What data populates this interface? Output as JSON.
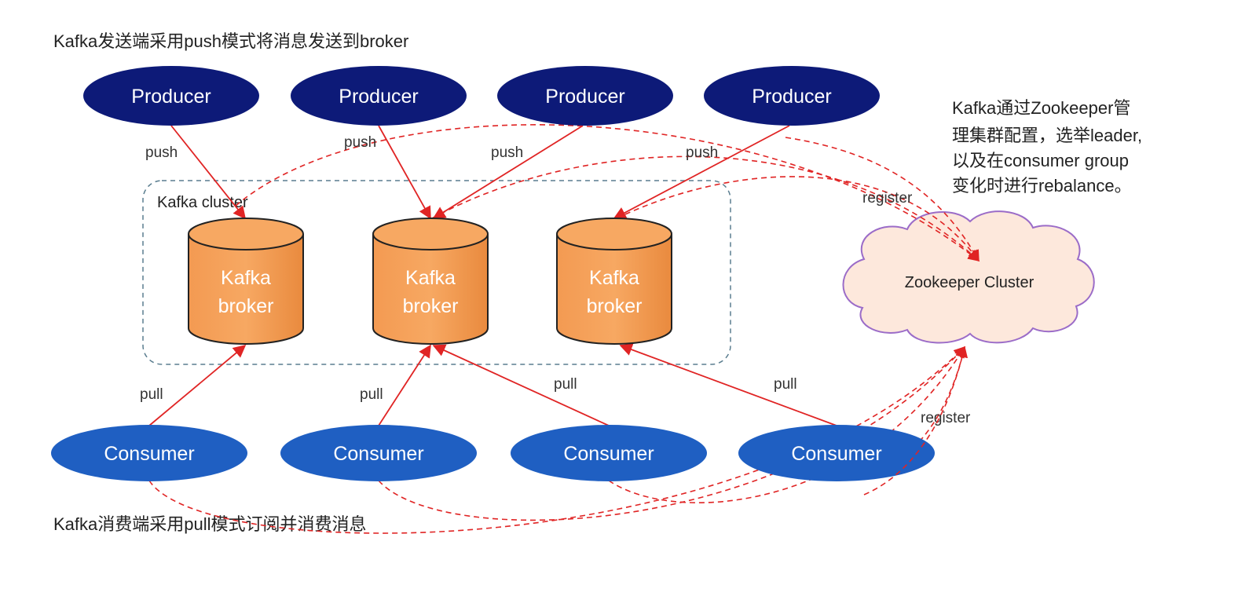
{
  "texts": {
    "top_caption": "Kafka发送端采用push模式将消息发送到broker",
    "bottom_caption": "Kafka消费端采用pull模式订阅并消费消息",
    "zk_note": [
      "Kafka通过Zookeeper管",
      "理集群配置，选举leader,",
      "以及在consumer group",
      "变化时进行rebalance。"
    ],
    "cluster_label": "Kafka cluster",
    "zookeeper_label": "Zookeeper Cluster"
  },
  "producers": [
    {
      "label": "Producer"
    },
    {
      "label": "Producer"
    },
    {
      "label": "Producer"
    },
    {
      "label": "Producer"
    }
  ],
  "brokers": [
    {
      "line1": "Kafka",
      "line2": "broker"
    },
    {
      "line1": "Kafka",
      "line2": "broker"
    },
    {
      "line1": "Kafka",
      "line2": "broker"
    }
  ],
  "consumers": [
    {
      "label": "Consumer"
    },
    {
      "label": "Consumer"
    },
    {
      "label": "Consumer"
    },
    {
      "label": "Consumer"
    }
  ],
  "edge_labels": {
    "push": [
      "push",
      "push",
      "push",
      "push"
    ],
    "pull": [
      "pull",
      "pull",
      "pull",
      "pull"
    ],
    "register_top": "register",
    "register_bottom": "register"
  },
  "colors": {
    "producer_fill": "#0d1a78",
    "consumer_fill": "#1f5fc2",
    "broker_fill": "#f4964a",
    "arrow": "#e02424",
    "cloud_stroke": "#9b6cc8",
    "cluster_border": "#5a7d8f"
  }
}
